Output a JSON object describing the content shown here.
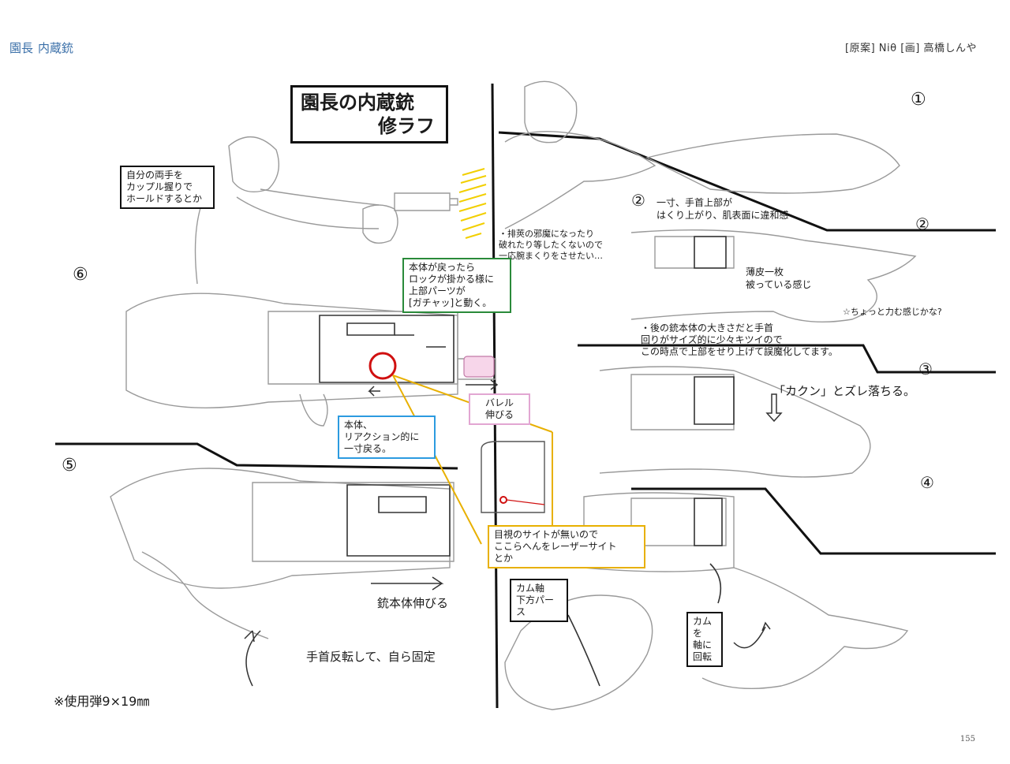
{
  "header": {
    "chapter_label": "園長",
    "chapter_title": "内蔵銃",
    "credits": "[原案] Niθ   [画] 高橋しんや"
  },
  "title": {
    "line1": "園長の内蔵銃",
    "line2": "修ラフ"
  },
  "notes": {
    "hold": "自分の両手を\nカップル握りで\nホールドするとか",
    "panel1_num": "①",
    "panel1_note": "・排莢の邪魔になったり\n  破れたり等したくないので\n  一応腕まくりをさせたい…",
    "panel2_num_a": "②",
    "panel2_num_b": "②",
    "panel2_top": "一寸、手首上部が\nはくり上がり、肌表面に違和感",
    "panel2_skin": "薄皮一枚\n被っている感じ",
    "panel2_tense": "☆ちょっと力む感じかな?",
    "panel2_bottom": "・後の銃本体の大きさだと手首\n回りがサイズ的に少々キツイので\nこの時点で上部をせり上げて誤魔化してます。",
    "panel3_num": "③",
    "panel3_note": "「カクン」とズレ落ちる。",
    "panel4_num": "④",
    "cam_axis": "カム軸\n下方パース",
    "cam_rotate": "カムを\n軸に\n回転",
    "laser": "目視のサイトが無いので\nここらへんをレーザーサイト\nとか",
    "panel6_num": "⑥",
    "lock": "本体が戻ったら\nロックが掛かる様に\n上部パーツが\n[ガチャッ]と動く。",
    "barrel": "バレル\n伸びる",
    "recoil": "本体、\nリアクション的に\n一寸戻る。",
    "panel5_num": "⑤",
    "extend": "銃本体伸びる",
    "wrist": "手首反転して、自ら固定",
    "ammo": "※使用弾9×19㎜"
  },
  "page_number": "155",
  "colors": {
    "header_blue": "#3a6fa8",
    "green": "#2a8a3a",
    "blue": "#2c9be0",
    "pink": "#e2a6d2",
    "yellow": "#e8b000",
    "red": "#d01010"
  }
}
